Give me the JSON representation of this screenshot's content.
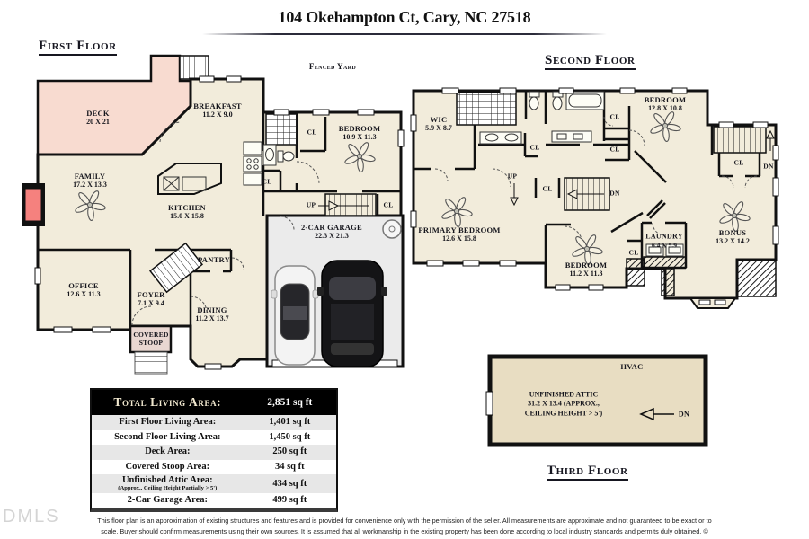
{
  "title": "104 Okehampton Ct, Cary, NC 27518",
  "headings": {
    "first_floor": "First Floor",
    "second_floor": "Second Floor",
    "third_floor": "Third Floor",
    "fenced_yard": "Fenced Yard"
  },
  "markers": {
    "cl": "CL",
    "up": "UP",
    "dn": "DN"
  },
  "first_floor_rooms": {
    "deck": {
      "name": "DECK",
      "dims": "20 X 21"
    },
    "breakfast": {
      "name": "BREAKFAST",
      "dims": "11.2 X 9.0"
    },
    "family": {
      "name": "FAMILY",
      "dims": "17.2 X 13.3"
    },
    "kitchen": {
      "name": "KITCHEN",
      "dims": "15.0 X 15.8"
    },
    "bedroom": {
      "name": "BEDROOM",
      "dims": "10.9 X 11.3"
    },
    "office": {
      "name": "OFFICE",
      "dims": "12.6 X 11.3"
    },
    "foyer": {
      "name": "FOYER",
      "dims": "7.1 X 9.4"
    },
    "dining": {
      "name": "DINING",
      "dims": "11.2 X 13.7"
    },
    "garage": {
      "name": "2-CAR GARAGE",
      "dims": "22.3 X 21.3"
    },
    "pantry": {
      "name": "PANTRY"
    },
    "covered_stoop": {
      "line1": "COVERED",
      "line2": "STOOP"
    }
  },
  "second_floor_rooms": {
    "wic": {
      "name": "WIC",
      "dims": "5.9 X 8.7"
    },
    "bedroom_top": {
      "name": "BEDROOM",
      "dims": "12.8 X 10.8"
    },
    "primary": {
      "name": "PRIMARY BEDROOM",
      "dims": "12.6 X 15.8"
    },
    "bedroom_bottom": {
      "name": "BEDROOM",
      "dims": "11.2 X 11.3"
    },
    "laundry": {
      "name": "LAUNDRY",
      "dims": "6.4 X 5.9"
    },
    "bonus": {
      "name": "BONUS",
      "dims": "13.2 X 14.2"
    }
  },
  "third_floor": {
    "hvac": "HVAC",
    "attic_line1": "UNFINISHED ATTIC",
    "attic_line2": "31.2 X 13.4 (APPROX.,",
    "attic_line3": "CEILING HEIGHT > 5')"
  },
  "area_table": {
    "header": {
      "label": "Total Living Area:",
      "value": "2,851 sq ft"
    },
    "rows": [
      {
        "label": "First Floor Living Area:",
        "value": "1,401 sq ft"
      },
      {
        "label": "Second Floor Living Area:",
        "value": "1,450 sq ft"
      },
      {
        "label": "Deck Area:",
        "value": "250 sq ft"
      },
      {
        "label": "Covered Stoop Area:",
        "value": "34 sq ft"
      },
      {
        "label": "Unfinished Attic Area:",
        "note": "(Approx.,  Ceiling Height Partially > 5')",
        "value": "434 sq ft"
      },
      {
        "label": "2-Car Garage Area:",
        "value": "499 sq ft"
      }
    ]
  },
  "footer": {
    "logo": "DMLS",
    "disclaimer_line1": "This floor plan is an approximation of existing structures and features  and is provided  for convenience  only with  the permission of the seller.  All measurements  are approximate  and not guaranteed to be exact or to",
    "disclaimer_line2": "scale.  Buyer should confirm measurements  using their own sources.   It is assumed  that all workmanship in the existing property has been done according to local industry standards and permits duly obtained.   ©"
  },
  "colors": {
    "wall": "#111111",
    "floor": "#f2ecdb",
    "deck": "#f8dbd0",
    "garage_floor": "#ebebeb",
    "stoop": "#e9d7d1",
    "fireplace": "#f5817e",
    "attic_fill": "#e8ddc2",
    "table_header_bg": "#000000",
    "table_alt_row": "#e7e7e7",
    "logo_gray": "#d4d4d4"
  }
}
